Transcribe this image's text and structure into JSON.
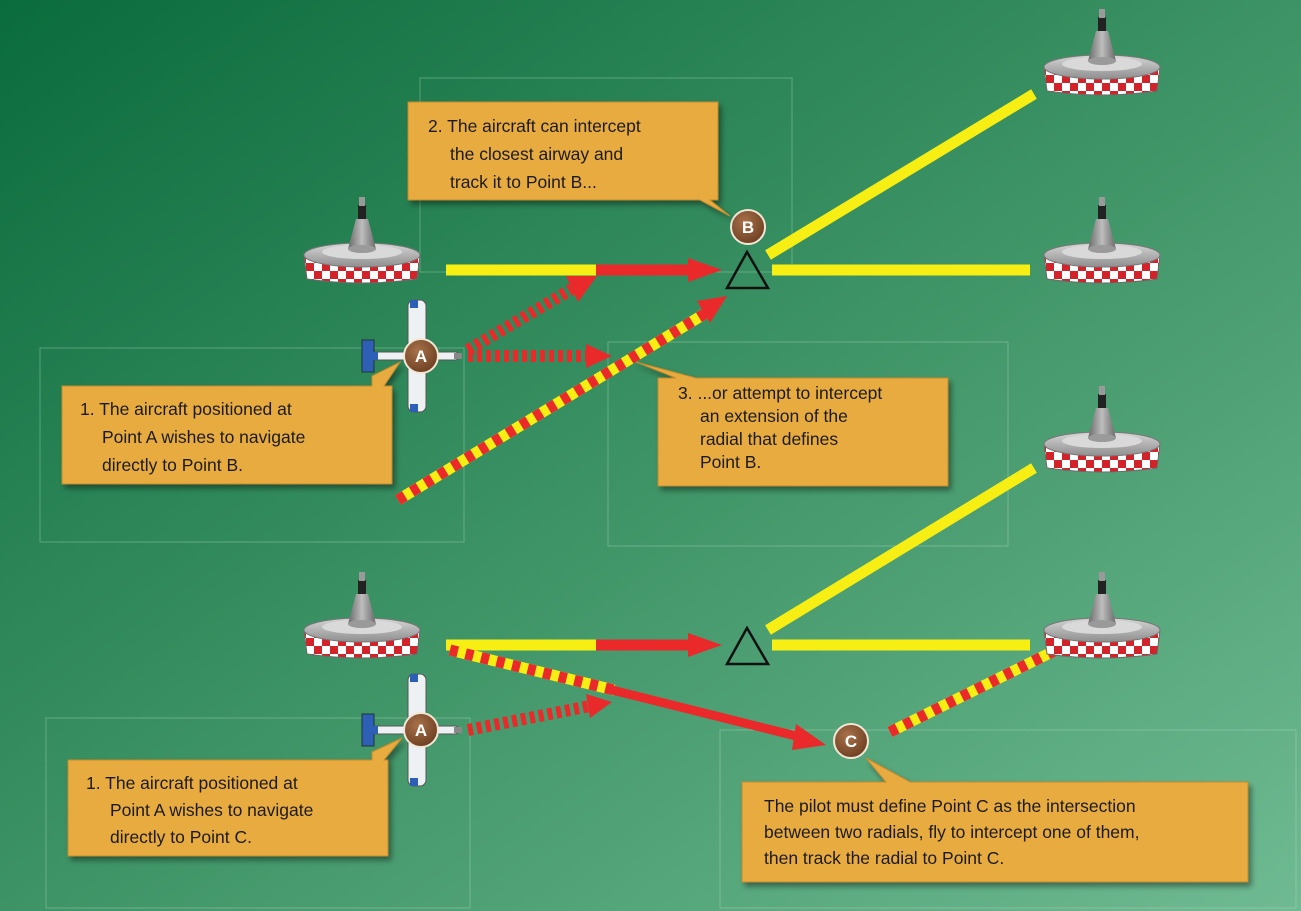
{
  "colors": {
    "background_top_left": "#0a6b3c",
    "background_bottom_right": "#6fba92",
    "airway_yellow": "#f7ef14",
    "course_red": "#ea2a2a",
    "callout_fill": "#e8ab41",
    "waypoint_badge": "#8a5530"
  },
  "top_scenario": {
    "callout_point_a": {
      "lines": [
        "1. The aircraft positioned at",
        "Point A wishes to navigate",
        "directly to Point B."
      ]
    },
    "callout_intercept_airway": {
      "lines": [
        "2.  The aircraft can intercept",
        "the closest airway and",
        "track it to Point B..."
      ]
    },
    "callout_intercept_radial": {
      "lines": [
        "3.  ...or attempt to intercept",
        "an extension of the",
        "radial that defines",
        "Point B."
      ]
    },
    "aircraft_badge": "A",
    "waypoint_badge": "B"
  },
  "bottom_scenario": {
    "callout_point_a": {
      "lines": [
        "1. The aircraft positioned at",
        "Point A wishes to navigate",
        "directly to Point C."
      ]
    },
    "callout_pilot": {
      "lines": [
        "The pilot must define Point C as the intersection",
        "between two radials, fly to intercept one of them,",
        "then track the radial to Point C."
      ]
    },
    "aircraft_badge": "A",
    "waypoint_badge": "C"
  },
  "icons": [
    "vor-station-icon",
    "aircraft-icon",
    "intersection-triangle-icon",
    "waypoint-badge-icon"
  ]
}
